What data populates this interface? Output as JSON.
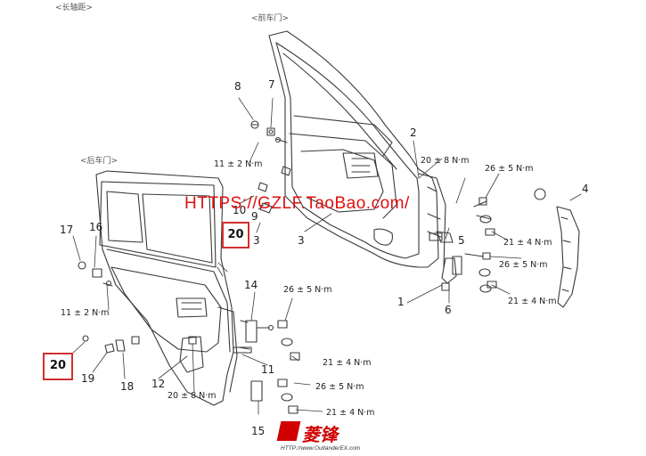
{
  "section_labels": {
    "long_wheelbase": "<长轴距>",
    "front_door": "<前车门>",
    "rear_door": "<后车门>"
  },
  "parts": {
    "p1": "1",
    "p2": "2",
    "p3a": "3",
    "p3b": "3",
    "p4": "4",
    "p5": "5",
    "p6": "6",
    "p7": "7",
    "p8": "8",
    "p9": "9",
    "p10": "10",
    "p11": "11",
    "p12": "12",
    "p14": "14",
    "p15": "15",
    "p16": "16",
    "p17": "17",
    "p18": "18",
    "p19": "19"
  },
  "torques": {
    "t_front_hinge_bolt": "11 ± 2 N·m",
    "t_front_striker": "20 ± 8 N·m",
    "t_front_upper_26": "26 ± 5 N·m",
    "t_front_21a": "21 ± 4 N·m",
    "t_front_26b": "26 ± 5 N·m",
    "t_front_21b": "21 ± 4 N·m",
    "t_rear_hinge_bolt": "11 ± 2 N·m",
    "t_rear_26a": "26 ± 5 N·m",
    "t_rear_21a": "21 ± 4 N·m",
    "t_rear_26b": "26 ± 5 N·m",
    "t_rear_21b": "21 ± 4 N·m",
    "t_rear_striker": "20 ± 8 N·m"
  },
  "highlight_boxes": {
    "box_upper": "20",
    "box_lower": "20"
  },
  "watermark": {
    "text": "HTTPS://GZLF.TaoBao.com/"
  },
  "logo": {
    "brand_text": "菱锋",
    "url_text": "HTTP://www.OutlanderEX.com"
  },
  "colors": {
    "line": "#3a3a3a",
    "highlight": "#d32f2f",
    "watermark": "#e01010"
  }
}
